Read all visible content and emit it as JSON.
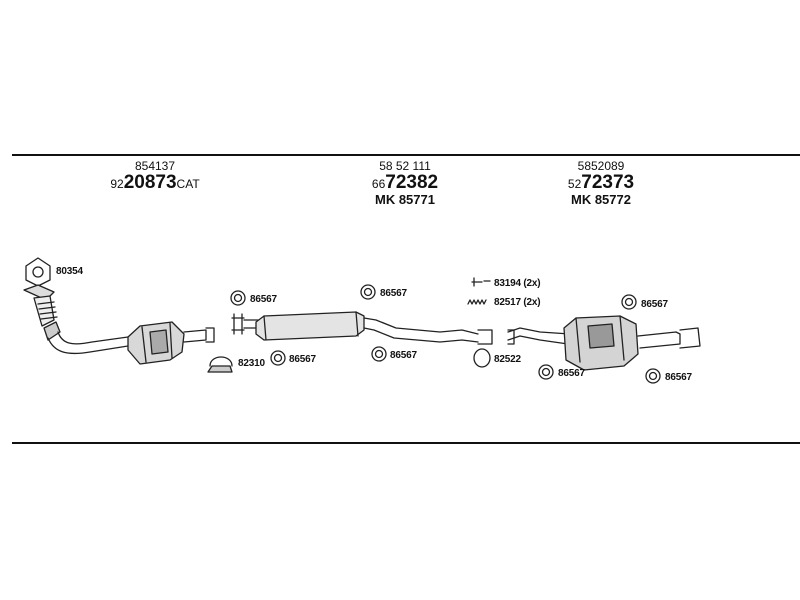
{
  "groups": [
    {
      "line1": "854137",
      "prefix": "92",
      "main": "20873",
      "suffix": "CAT",
      "line3": ""
    },
    {
      "line1": "58 52 111",
      "prefix": "66",
      "main": "72382",
      "suffix": "",
      "line3": "MK 85771"
    },
    {
      "line1": "5852089",
      "prefix": "52",
      "main": "72373",
      "suffix": "",
      "line3": "MK 85772"
    }
  ],
  "parts": {
    "p80354": "80354",
    "p86567a": "86567",
    "p82310": "82310",
    "p86567b": "86567",
    "p86567c": "86567",
    "p86567d": "86567",
    "p83194": "83194 (2x)",
    "p82517": "82517 (2x)",
    "p82522": "82522",
    "p86567e": "86567",
    "p86567f": "86567",
    "p86567g": "86567"
  }
}
